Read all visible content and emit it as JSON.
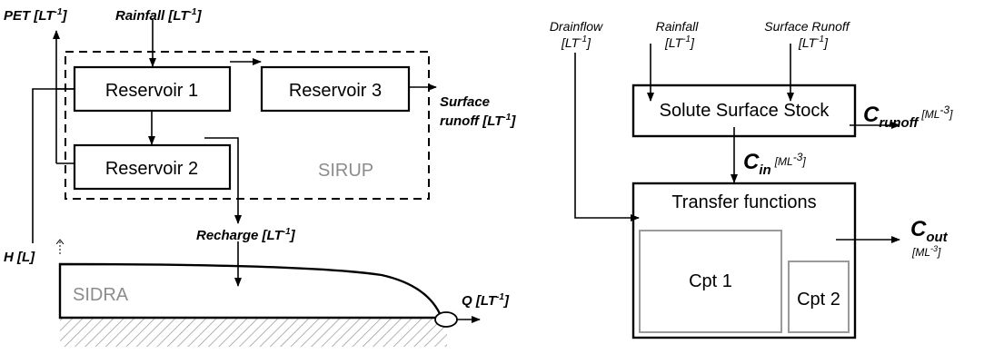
{
  "left": {
    "pet": "PET [LT",
    "pet_sup": "-1",
    "pet_end": "]",
    "rainfall": "Rainfall [LT",
    "rainfall_sup": "-1",
    "rainfall_end": "]",
    "reservoir1": "Reservoir 1",
    "reservoir2": "Reservoir 2",
    "reservoir3": "Reservoir 3",
    "surface_runoff_line1": "Surface",
    "surface_runoff_line2": "runoff [LT",
    "surface_runoff_sup": "-1",
    "surface_runoff_end": "]",
    "sirup": "SIRUP",
    "recharge": "Recharge [LT",
    "recharge_sup": "-1",
    "recharge_end": "]",
    "head": "H [L]",
    "sidra": "SIDRA",
    "discharge": "Q [LT",
    "discharge_sup": "-1",
    "discharge_end": "]"
  },
  "right": {
    "drainflow_line1": "Drainflow",
    "drainflow_line2": "[LT",
    "drainflow_sup": "-1",
    "drainflow_end": "]",
    "rainfall_line1": "Rainfall",
    "rainfall_line2": "[LT",
    "rainfall_sup": "-1",
    "rainfall_end": "]",
    "runoff_line1": "Surface Runoff",
    "runoff_line2": "[LT",
    "runoff_sup": "-1",
    "runoff_end": "]",
    "stock": "Solute Surface Stock",
    "c_runoff_c": "C",
    "c_runoff_sub": "runoff",
    "c_runoff_unit": "[ML",
    "c_runoff_unit_sup": "-3",
    "c_runoff_unit_end": "]",
    "c_in_c": "C",
    "c_in_sub": "in",
    "c_in_unit": "[ML",
    "c_in_unit_sup": "-3",
    "c_in_unit_end": "]",
    "transfer": "Transfer functions",
    "c_out_c": "C",
    "c_out_sub": "out",
    "c_out_unit": "[ML",
    "c_out_unit_sup": "-3",
    "c_out_unit_end": "]",
    "cpt1": "Cpt 1",
    "cpt2": "Cpt 2"
  }
}
